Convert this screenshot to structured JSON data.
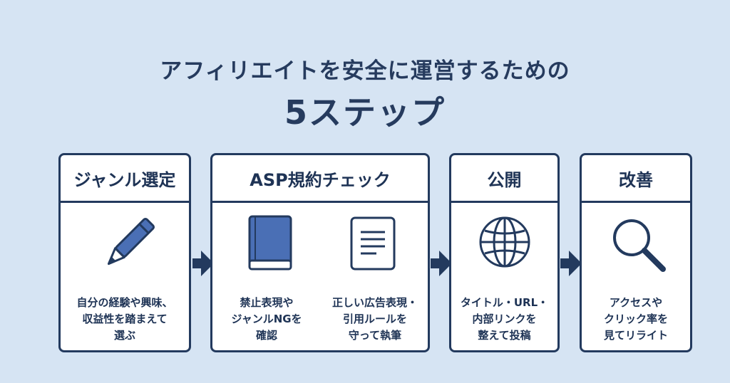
{
  "title": {
    "line1": "アフィリエイトを安全に運営するための",
    "line2": "5ステップ"
  },
  "steps": [
    {
      "heading": "ジャンル選定",
      "icon": "pencil-icon",
      "description": "自分の経験や興味、\n収益性を踏まえて\n選ぶ"
    },
    {
      "heading": "ASP規約チェック",
      "items": [
        {
          "icon": "book-icon",
          "description": "禁止表現や\nジャンルNGを\n確認"
        },
        {
          "icon": "document-icon",
          "description": "正しい広告表現・\n引用ルールを\n守って執筆"
        }
      ]
    },
    {
      "heading": "公開",
      "icon": "globe-icon",
      "description": "タイトル・URL・\n内部リンクを\n整えて投稿"
    },
    {
      "heading": "改善",
      "icon": "magnifier-icon",
      "description": "アクセスや\nクリック率を\n見てリライト"
    }
  ],
  "colors": {
    "background": "#d6e4f3",
    "border": "#233a5e",
    "accent": "#4a6fb5"
  }
}
